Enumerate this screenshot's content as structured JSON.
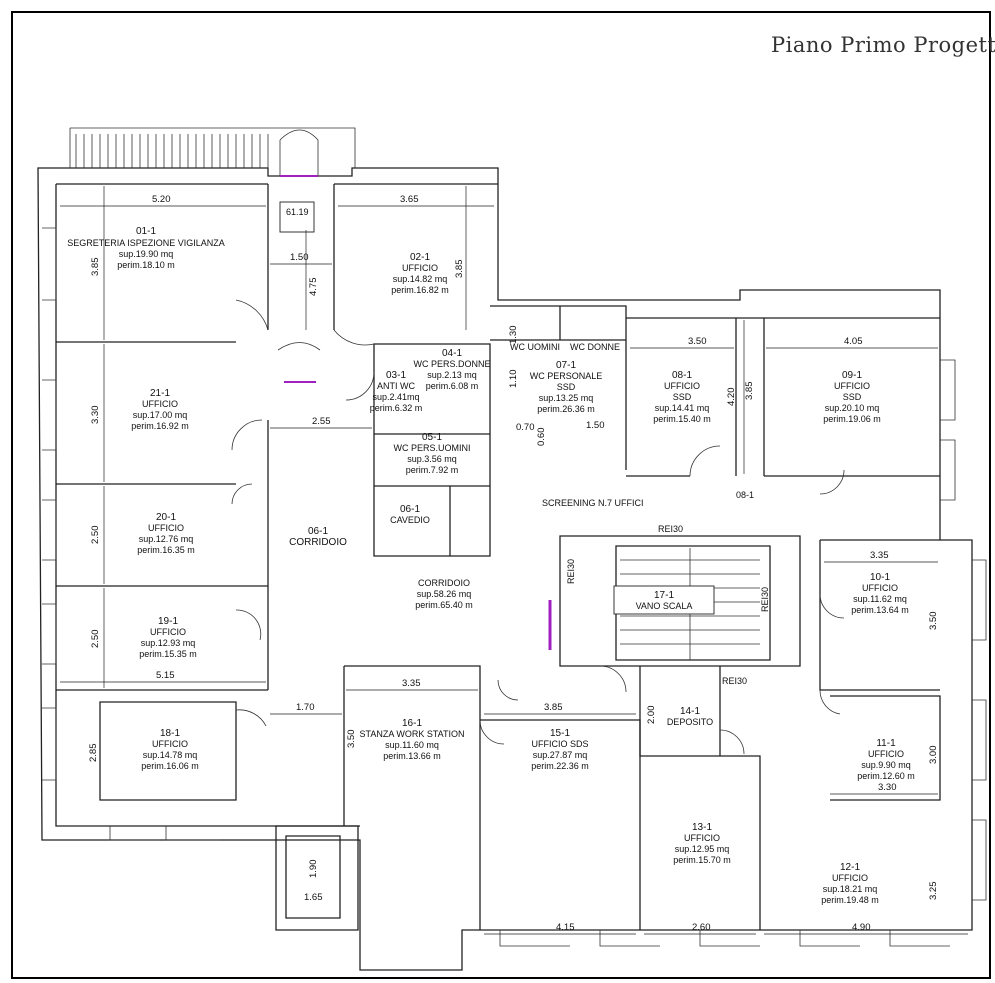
{
  "title": "Piano  Primo Progett",
  "rooms": [
    {
      "id": "01-1",
      "lines": [
        "01-1",
        "SEGRETERIA ISPEZIONE VIGILANZA",
        "sup.19.90 mq",
        "perim.18.10 m"
      ]
    },
    {
      "id": "02-1",
      "lines": [
        "02-1",
        "UFFICIO",
        "sup.14.82 mq",
        "perim.16.82 m"
      ]
    },
    {
      "id": "21-1",
      "lines": [
        "21-1",
        "UFFICIO",
        "sup.17.00 mq",
        "perim.16.92 m"
      ]
    },
    {
      "id": "03-1",
      "lines": [
        "03-1",
        "ANTI WC",
        "sup.2.41mq",
        "perim.6.32 m"
      ]
    },
    {
      "id": "04-1",
      "lines": [
        "04-1",
        "WC PERS.DONNE",
        "sup.2.13 mq",
        "perim.6.08 m"
      ]
    },
    {
      "id": "05-1",
      "lines": [
        "05-1",
        "WC PERS.UOMINI",
        "sup.3.56 mq",
        "perim.7.92 m"
      ]
    },
    {
      "id": "07-1",
      "lines": [
        "07-1",
        "WC PERSONALE",
        "SSD",
        "sup.13.25 mq",
        "perim.26.36 m"
      ]
    },
    {
      "id": "08-1",
      "lines": [
        "08-1",
        "UFFICIO",
        "SSD",
        "sup.14.41 mq",
        "perim.15.40 m"
      ]
    },
    {
      "id": "09-1",
      "lines": [
        "09-1",
        "UFFICIO",
        "SSD",
        "sup.20.10 mq",
        "perim.19.06 m"
      ]
    },
    {
      "id": "06-1-cavedio",
      "lines": [
        "06-1",
        "CAVEDIO"
      ]
    },
    {
      "id": "06-1-corridoio",
      "lines": [
        "06-1",
        "CORRIDOIO"
      ]
    },
    {
      "id": "corridoio",
      "lines": [
        "CORRIDOIO",
        "sup.58.26 mq",
        "perim.65.40 m"
      ]
    },
    {
      "id": "20-1",
      "lines": [
        "20-1",
        "UFFICIO",
        "sup.12.76 mq",
        "perim.16.35 m"
      ]
    },
    {
      "id": "19-1",
      "lines": [
        "19-1",
        "UFFICIO",
        "sup.12.93 mq",
        "perim.15.35 m"
      ]
    },
    {
      "id": "18-1",
      "lines": [
        "18-1",
        "UFFICIO",
        "sup.14.78 mq",
        "perim.16.06 m"
      ]
    },
    {
      "id": "17-1",
      "lines": [
        "17-1",
        "VANO SCALA"
      ]
    },
    {
      "id": "10-1",
      "lines": [
        "10-1",
        "UFFICIO",
        "sup.11.62 mq",
        "perim.13.64 m"
      ]
    },
    {
      "id": "11-1",
      "lines": [
        "11-1",
        "UFFICIO",
        "sup.9.90 mq",
        "perim.12.60 m"
      ]
    },
    {
      "id": "12-1",
      "lines": [
        "12-1",
        "UFFICIO",
        "sup.18.21 mq",
        "perim.19.48 m"
      ]
    },
    {
      "id": "13-1",
      "lines": [
        "13-1",
        "UFFICIO",
        "sup.12.95 mq",
        "perim.15.70 m"
      ]
    },
    {
      "id": "14-1",
      "lines": [
        "14-1",
        "DEPOSITO"
      ]
    },
    {
      "id": "15-1",
      "lines": [
        "15-1",
        "UFFICIO SDS",
        "sup.27.87 mq",
        "perim.22.36 m"
      ]
    },
    {
      "id": "16-1",
      "lines": [
        "16-1",
        "STANZA WORK STATION",
        "sup.11.60 mq",
        "perim.13.66 m"
      ]
    }
  ],
  "labels": {
    "screening": "SCREENING N.7 UFFICI",
    "wc_uomini": "WC UOMINI",
    "wc_donne": "WC DONNE",
    "corr_08": "08-1",
    "rei_top": "REI30",
    "rei_left": "REI30",
    "rei_right": "REI30",
    "rei_deposito": "REI30",
    "elevator_code": "61.19"
  },
  "dimensions": [
    "5.20",
    "3.65",
    "3.85",
    "1.50",
    "4.75",
    "3.85",
    "3.30",
    "2.55",
    "1.30",
    "1.10",
    "0.70",
    "0.60",
    "1.50",
    "3.50",
    "4.20",
    "3.85",
    "4.05",
    "2.50",
    "2.50",
    "5.15",
    "2.85",
    "1.70",
    "3.35",
    "3.50",
    "3.85",
    "2.00",
    "3.35",
    "3.50",
    "3.00",
    "3.30",
    "3.25",
    "1.90",
    "1.65",
    "4.15",
    "2.60",
    "4.90"
  ]
}
